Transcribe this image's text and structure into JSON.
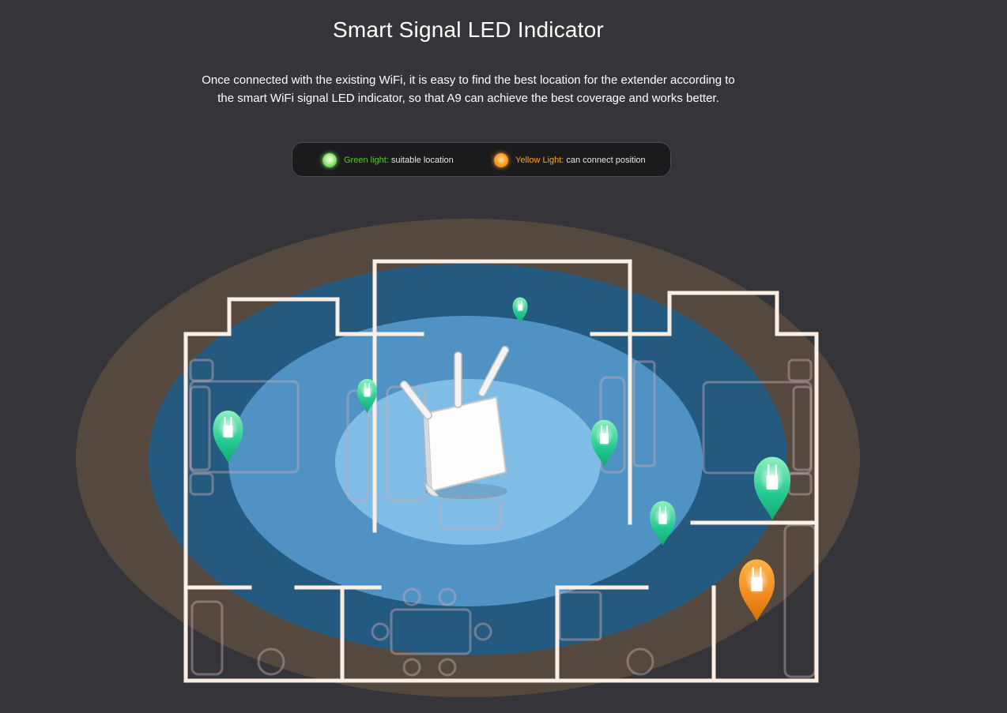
{
  "header": {
    "title": "Smart Signal LED Indicator",
    "description_line1": "Once connected with the existing WiFi,  it is easy to find the best location for the extender according to",
    "description_line2": "the smart WiFi signal LED indicator, so that A9 can achieve the best coverage and works better."
  },
  "legend": {
    "green_label": "Green light:",
    "green_text": "suitable location",
    "yellow_label": "Yellow Light:",
    "yellow_text": "can connect position"
  },
  "colors": {
    "background": "#353539",
    "green_indicator": "#6ccf4a",
    "yellow_indicator": "#f08a10",
    "coverage_outer": "#55493f",
    "coverage_mid": "#255a80",
    "coverage_inner": "#4f92c3",
    "coverage_core": "#7fbde6"
  },
  "icons": [
    "router-icon",
    "extender-pin-green-icon",
    "extender-pin-yellow-icon"
  ]
}
